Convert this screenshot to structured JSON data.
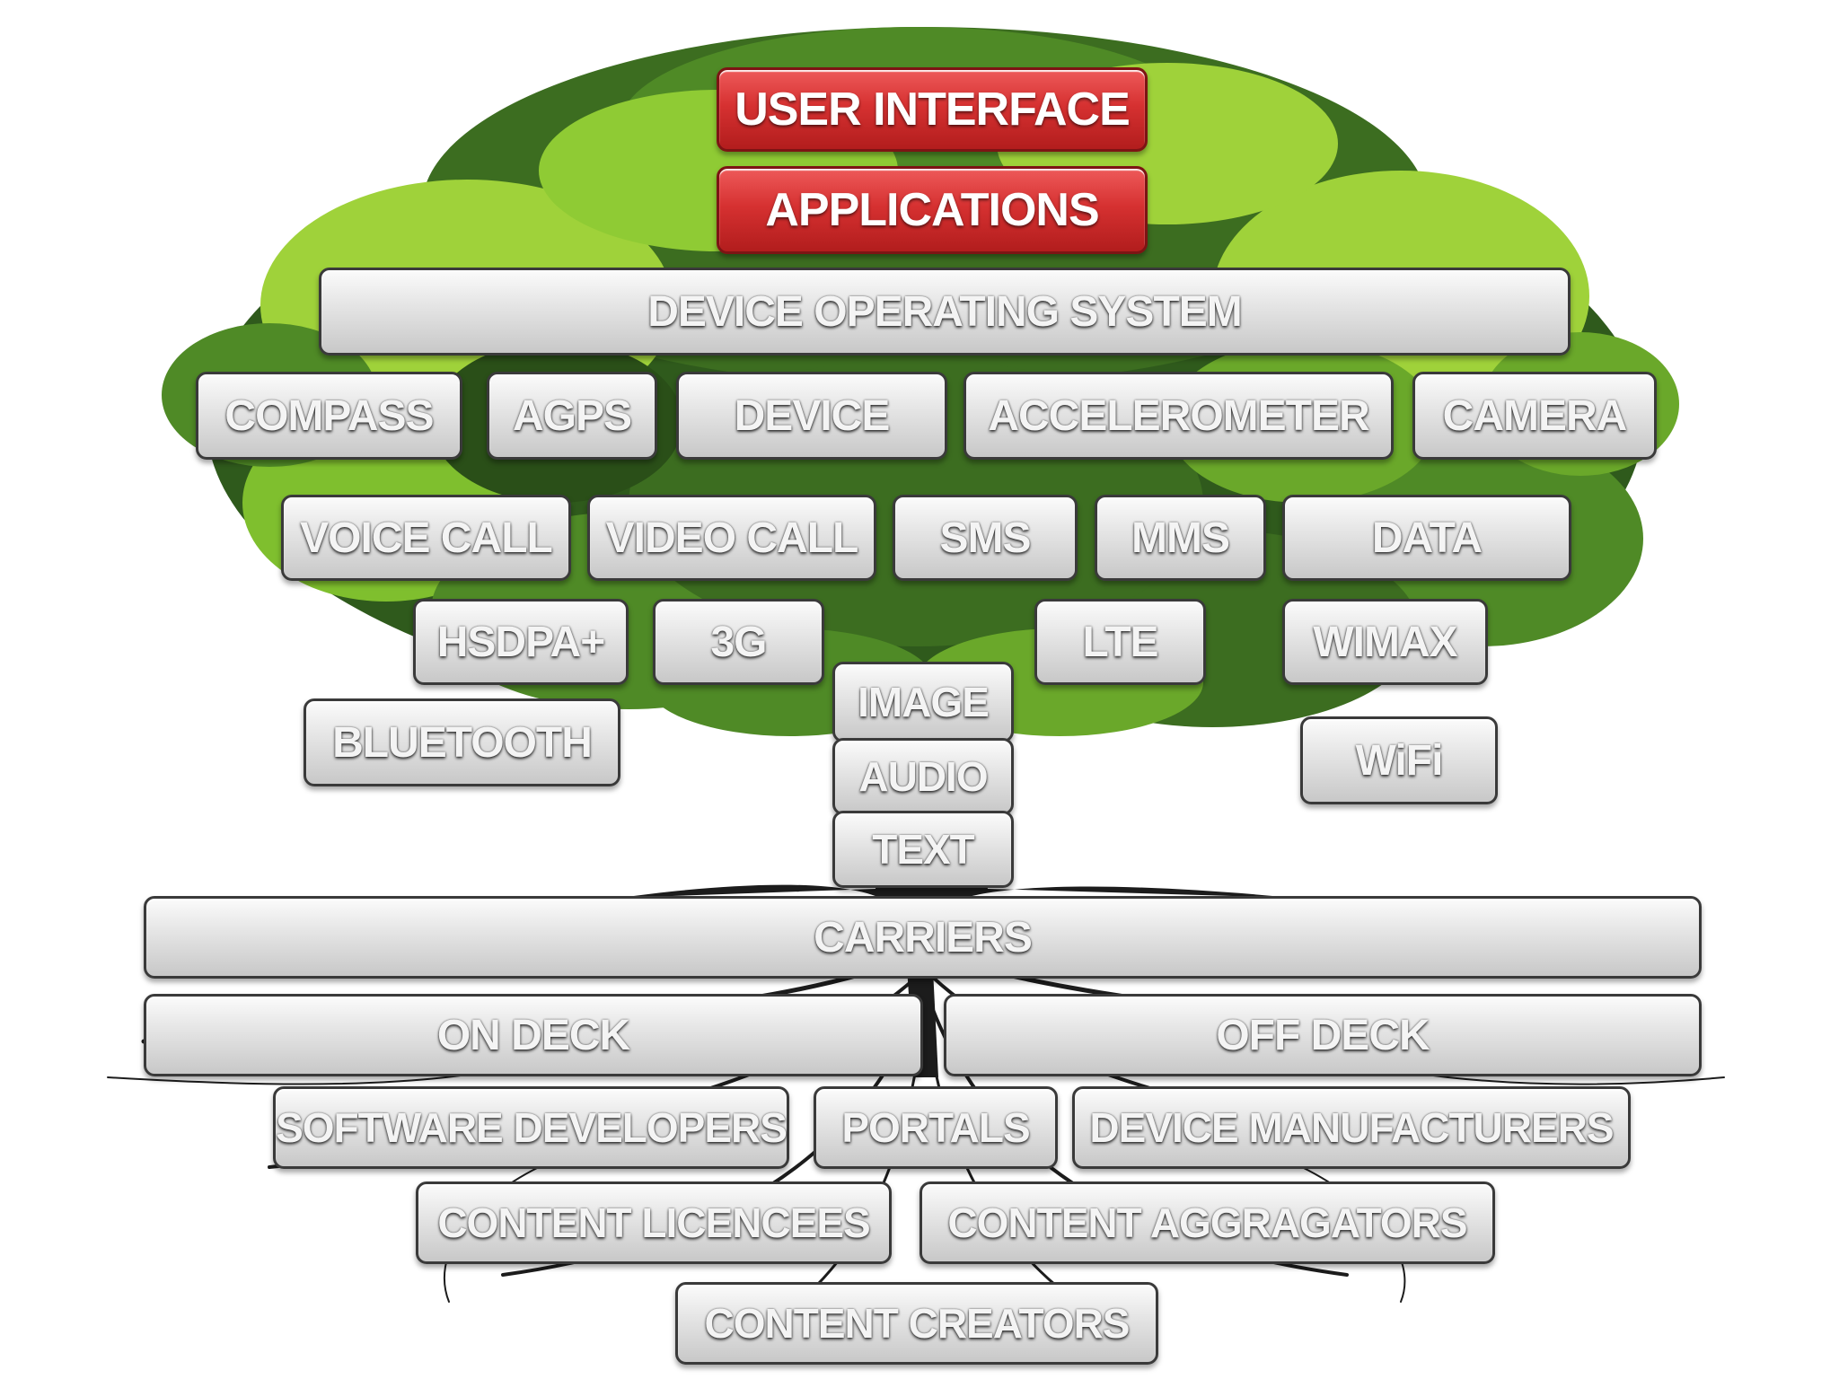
{
  "diagram": {
    "top_layers": {
      "user_interface": "USER INTERFACE",
      "applications": "APPLICATIONS"
    },
    "os": "DEVICE OPERATING SYSTEM",
    "hardware": [
      "COMPASS",
      "AGPS",
      "DEVICE",
      "ACCELEROMETER",
      "CAMERA"
    ],
    "services": [
      "VOICE CALL",
      "VIDEO CALL",
      "SMS",
      "MMS",
      "DATA"
    ],
    "networks": {
      "hsdpa": "HSDPA+",
      "threeg": "3G",
      "lte": "LTE",
      "wimax": "WIMAX",
      "bluetooth": "BLUETOOTH",
      "wifi": "WiFi"
    },
    "media": [
      "IMAGE",
      "AUDIO",
      "TEXT"
    ],
    "carriers": "CARRIERS",
    "deck": {
      "on": "ON DECK",
      "off": "OFF DECK"
    },
    "roots_row1": [
      "SOFTWARE DEVELOPERS",
      "PORTALS",
      "DEVICE MANUFACTURERS"
    ],
    "roots_row2": [
      "CONTENT LICENCEES",
      "CONTENT AGGRAGATORS"
    ],
    "content_creators": "CONTENT CREATORS"
  },
  "colors": {
    "leaf_dark": "#2f5a1c",
    "leaf_mid": "#4f8a26",
    "leaf_light": "#9fd23a",
    "trunk": "#1c1c1c",
    "red_box": "#d63131",
    "grey_box": "#e2e2e2"
  }
}
